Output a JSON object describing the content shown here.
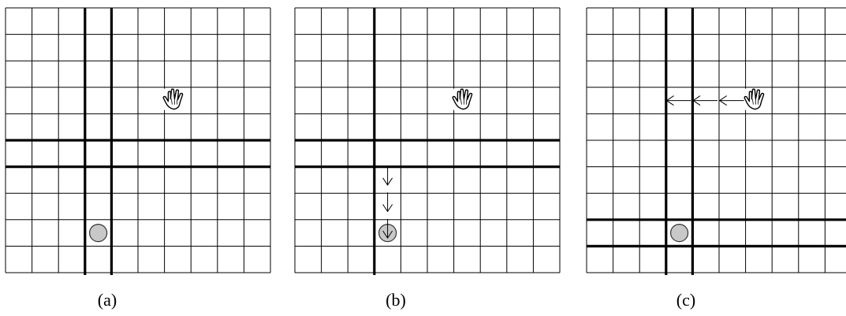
{
  "panels": [
    {
      "label": "(a)",
      "grid": {
        "cols": 10,
        "rows": 10
      },
      "thick_lines": {
        "vertical": [
          3,
          4
        ],
        "horizontal": [
          5,
          6
        ]
      },
      "ball": {
        "col": 3,
        "row": 8
      },
      "hand": {
        "col": 6,
        "row": 3
      },
      "arrows": []
    },
    {
      "label": "(b)",
      "grid": {
        "cols": 10,
        "rows": 10
      },
      "thick_lines": {
        "vertical": [
          3
        ],
        "horizontal": [
          5,
          6
        ]
      },
      "ball": {
        "col": 3,
        "row": 8
      },
      "hand": {
        "col": 6,
        "row": 3
      },
      "arrows": [
        {
          "direction": "down",
          "col": 3,
          "row": 6
        },
        {
          "direction": "down",
          "col": 3,
          "row": 7
        },
        {
          "direction": "down",
          "col": 3,
          "row": 8
        }
      ]
    },
    {
      "label": "(c)",
      "grid": {
        "cols": 10,
        "rows": 10
      },
      "thick_lines": {
        "vertical": [
          3,
          4
        ],
        "horizontal": [
          8,
          9
        ]
      },
      "ball": {
        "col": 3,
        "row": 8
      },
      "hand": {
        "col": 6,
        "row": 3
      },
      "arrows": [
        {
          "direction": "left",
          "col": 5,
          "row": 3
        },
        {
          "direction": "left",
          "col": 4,
          "row": 3
        },
        {
          "direction": "left",
          "col": 3,
          "row": 3
        }
      ]
    }
  ],
  "colors": {
    "grid_line": "#000000",
    "ball_fill": "#c8c8c8",
    "ball_stroke": "#333333",
    "hand_stroke": "#000000"
  },
  "icons": {
    "hand": "open-hand-icon",
    "arrow": "arrow-icon",
    "ball": "ball-icon"
  }
}
